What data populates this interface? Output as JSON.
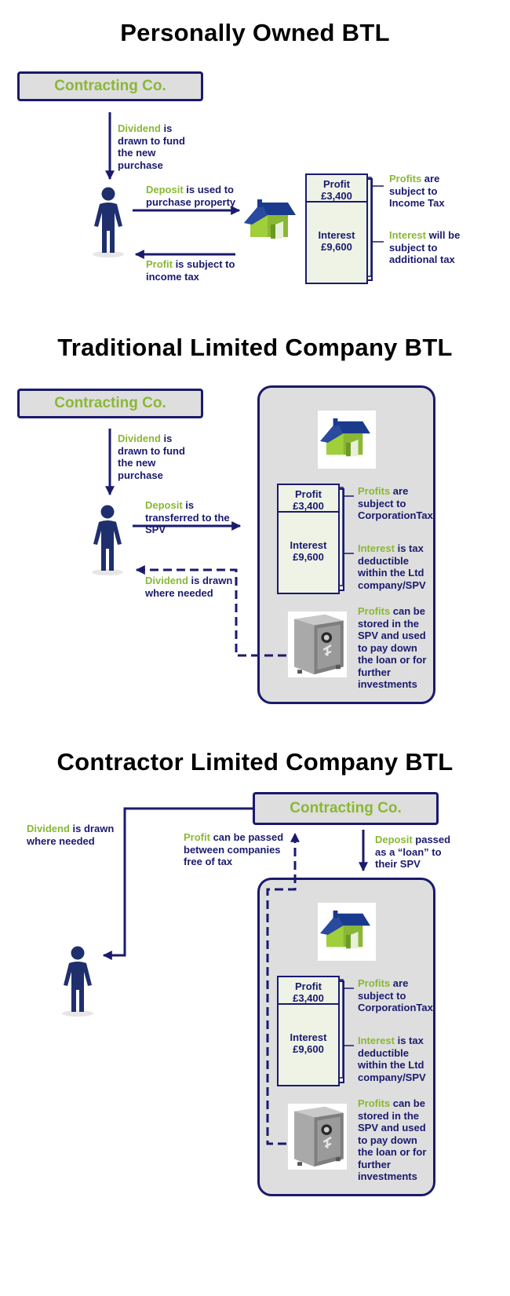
{
  "colors": {
    "navy": "#1a1a6e",
    "green": "#8ab834",
    "panel": "#dedede",
    "sheet": "#eef3e6"
  },
  "s1": {
    "title": "Personally Owned BTL",
    "company": "Contracting Co.",
    "dividend": {
      "g": "Dividend",
      "rest": " is drawn to fund the new purchase"
    },
    "deposit": {
      "g": "Deposit",
      "rest": " is used to purchase property"
    },
    "profit_back": {
      "g": "Profit",
      "rest": " is subject to income tax"
    },
    "ledger": {
      "profit_label": "Profit",
      "profit_value": "£3,400",
      "interest_label": "Interest",
      "interest_value": "£9,600"
    },
    "note_profits": {
      "g": "Profits",
      "rest": " are subject to Income Tax"
    },
    "note_interest": {
      "g": "Interest",
      "rest": " will be subject to additional tax"
    }
  },
  "s2": {
    "title": "Traditional Limited Company BTL",
    "company": "Contracting Co.",
    "dividend": {
      "g": "Dividend",
      "rest": " is drawn to fund the new purchase"
    },
    "deposit": {
      "g": "Deposit",
      "rest": " is transferred to the SPV"
    },
    "dividend_back": {
      "g": "Dividend",
      "rest": " is drawn where needed"
    },
    "ledger": {
      "profit_label": "Profit",
      "profit_value": "£3,400",
      "interest_label": "Interest",
      "interest_value": "£9,600"
    },
    "note_profits": {
      "g": "Profits",
      "rest": " are subject to CorporationTax"
    },
    "note_interest": {
      "g": "Interest",
      "rest": " is tax deductible within the Ltd company/SPV"
    },
    "note_safe": {
      "g": "Profits",
      "rest": " can be stored in the SPV and used to pay down the loan or for further investments"
    }
  },
  "s3": {
    "title": "Contractor Limited Company BTL",
    "company": "Contracting Co.",
    "dividend": {
      "g": "Dividend",
      "rest": " is drawn where needed"
    },
    "profit_pass": {
      "g": "Profit",
      "rest": " can be passed between companies free of tax"
    },
    "deposit": {
      "g": "Deposit",
      "rest": " passed as a “loan” to their SPV"
    },
    "ledger": {
      "profit_label": "Profit",
      "profit_value": "£3,400",
      "interest_label": "Interest",
      "interest_value": "£9,600"
    },
    "note_profits": {
      "g": "Profits",
      "rest": " are subject to CorporationTax"
    },
    "note_interest": {
      "g": "Interest",
      "rest": " is tax deductible within the Ltd company/SPV"
    },
    "note_safe": {
      "g": "Profits",
      "rest": " can be stored in the SPV and used to pay down the loan or for further investments"
    }
  }
}
